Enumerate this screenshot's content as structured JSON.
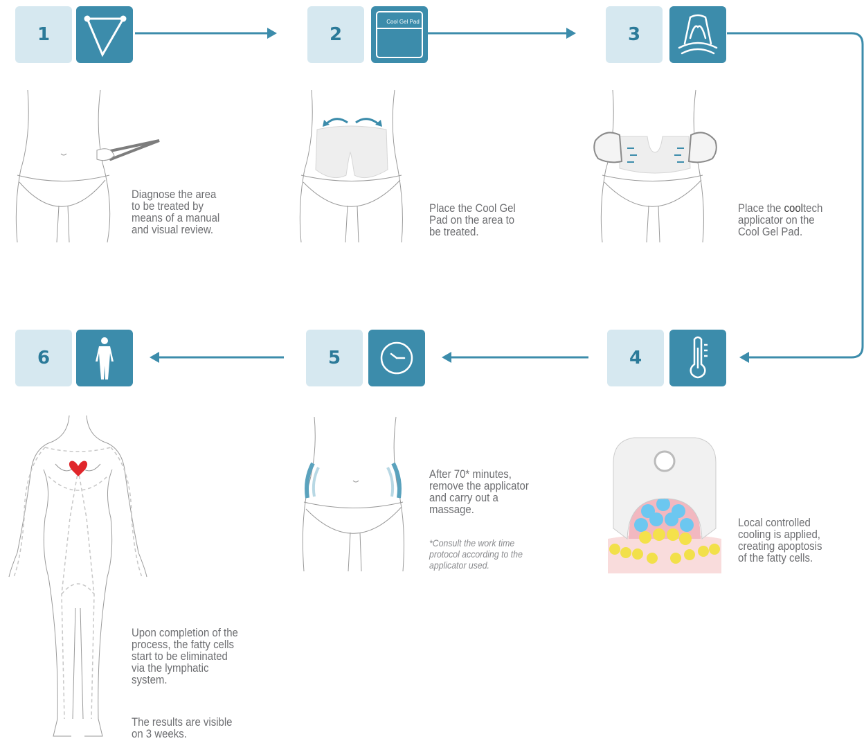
{
  "steps": [
    {
      "number": "1",
      "icon": "caliper-icon",
      "text": "Diagnose the area\nto be treated by\nmeans of a manual\nand visual review."
    },
    {
      "number": "2",
      "icon": "gel-pad-icon",
      "icon_label": "Cool Gel Pad",
      "text": "Place the Cool Gel\nPad on the area to\nbe treated."
    },
    {
      "number": "3",
      "icon": "applicator-icon",
      "text_pre": "Place the ",
      "text_brand": "cool",
      "text_post": "tech\napplicator on the\nCool Gel Pad."
    },
    {
      "number": "4",
      "icon": "thermometer-icon",
      "text": "Local controlled\ncooling is applied,\ncreating apoptosis\nof the fatty cells."
    },
    {
      "number": "5",
      "icon": "clock-icon",
      "text": "After 70* minutes,\nremove the applicator\nand carry out a\nmassage.",
      "note": "*Consult the work time\nprotocol according to the\napplicator used."
    },
    {
      "number": "6",
      "icon": "body-icon",
      "text": "Upon completion of the\nprocess, the fatty cells\nstart to be  eliminated\nvia the lymphatic\nsystem.",
      "text2": "The results are visible\non 3 weeks."
    }
  ],
  "colors": {
    "accent": "#3c8cab",
    "light": "#d6e8f0",
    "text": "#6d6e71",
    "heart": "#e0262b"
  }
}
